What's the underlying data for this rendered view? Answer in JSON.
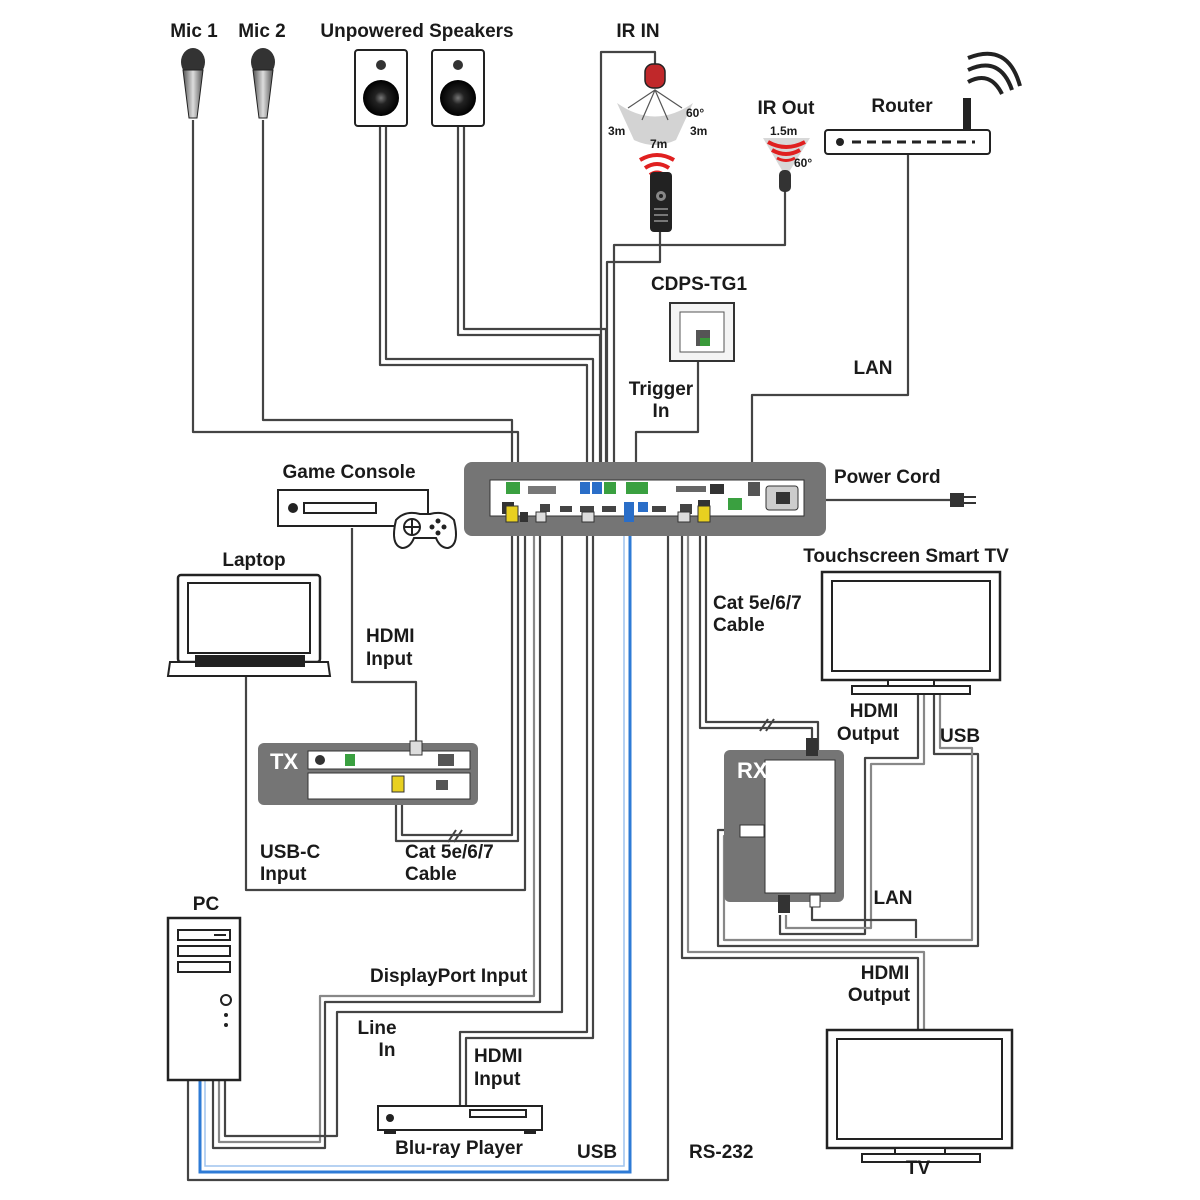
{
  "devices": {
    "mic1": "Mic 1",
    "mic2": "Mic 2",
    "speakers": "Unpowered Speakers",
    "ir_in": "IR IN",
    "ir_out": "IR Out",
    "router": "Router",
    "cdps": "CDPS-TG1",
    "game_console": "Game Console",
    "laptop": "Laptop",
    "pc": "PC",
    "bluray": "Blu-ray Player",
    "touch_tv": "Touchscreen Smart TV",
    "tv": "TV",
    "tx": "TX",
    "rx": "RX"
  },
  "connections": {
    "trigger_in_1": "Trigger",
    "trigger_in_2": "In",
    "lan_top": "LAN",
    "power_cord": "Power Cord",
    "hdmi_input_console_1": "HDMI",
    "hdmi_input_console_2": "Input",
    "usbc_1": "USB-C",
    "usbc_2": "Input",
    "cat_left_1": "Cat 5e/6/7",
    "cat_left_2": "Cable",
    "cat_right_1": "Cat 5e/6/7",
    "cat_right_2": "Cable",
    "displayport_input": "DisplayPort Input",
    "line_in_1": "Line",
    "line_in_2": "In",
    "hdmi_input_bluray_1": "HDMI",
    "hdmi_input_bluray_2": "Input",
    "usb_bottom": "USB",
    "rs232": "RS-232",
    "hdmi_output_rx_1": "HDMI",
    "hdmi_output_rx_2": "Output",
    "usb_right": "USB",
    "lan_rx": "LAN",
    "hdmi_output_tv_1": "HDMI",
    "hdmi_output_tv_2": "Output"
  },
  "ir_specs": {
    "range_3m_left": "3m",
    "range_3m_right": "3m",
    "range_7m": "7m",
    "angle_60": "60°",
    "out_range": "1.5m",
    "out_angle": "60°"
  },
  "colors": {
    "line": "#444444",
    "usb_line": "#2e7bd6",
    "panel": "#757575",
    "ir_red": "#e02020"
  }
}
